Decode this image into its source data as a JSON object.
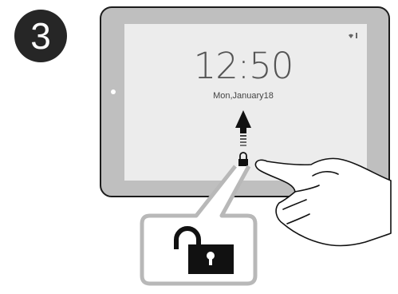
{
  "step": {
    "number": "3"
  },
  "lock_screen": {
    "time": "12:50",
    "date": "Mon,January18"
  },
  "icons": {
    "status": "wifi-battery-icon",
    "swipe": "up-arrow-icon",
    "lock": "padlock-icon",
    "zoomed_lock": "unlocked-padlock-icon",
    "hand": "pointing-hand-icon"
  },
  "colors": {
    "tablet_frame": "#bfbfbf",
    "screen": "#ececec",
    "badge": "#262626",
    "icon": "#111111"
  }
}
